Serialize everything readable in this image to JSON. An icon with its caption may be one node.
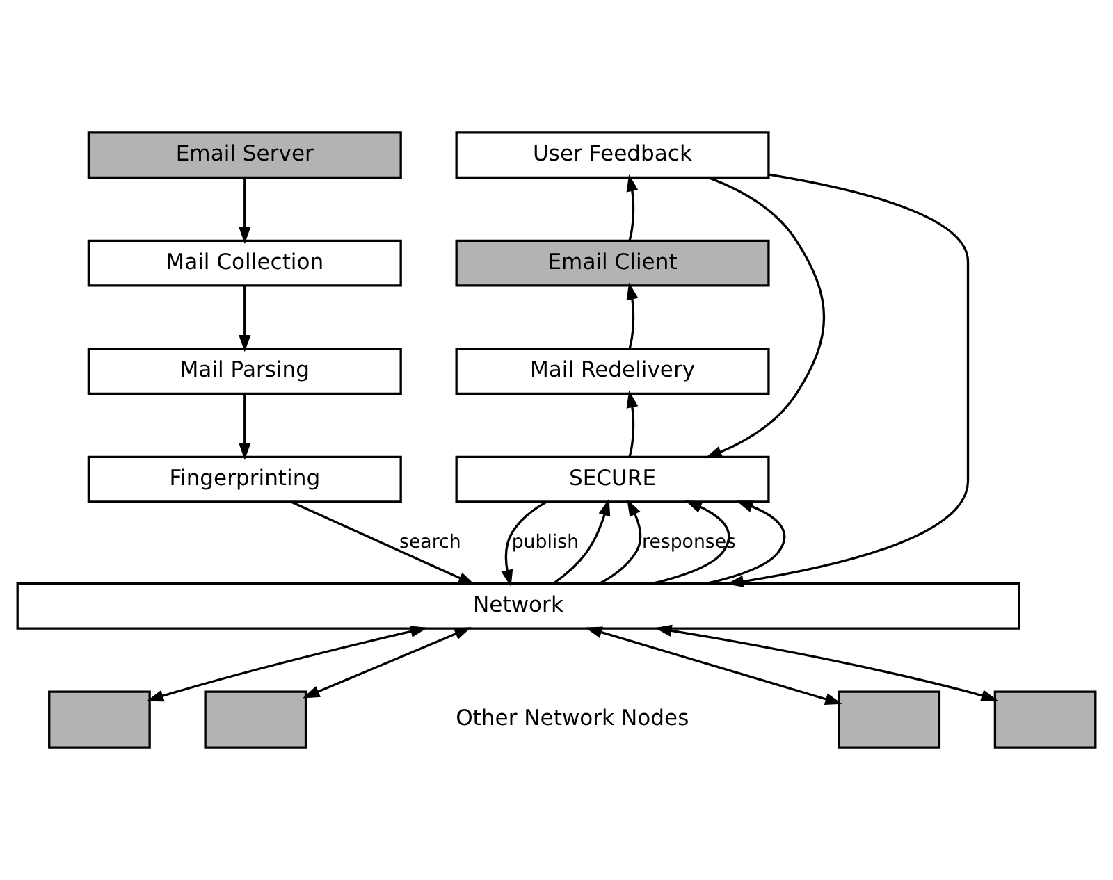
{
  "diagram": {
    "nodes": [
      {
        "text": [
          "Email Server"
        ]
      },
      {
        "text": [
          "Mail Collection"
        ]
      },
      {
        "text": [
          "Mail Parsing"
        ]
      },
      {
        "text": [
          "Fingerprinting"
        ]
      },
      {
        "text": [
          "User Feedback"
        ]
      },
      {
        "text": [
          "Email Client"
        ]
      },
      {
        "text": [
          "Mail Redelivery"
        ]
      },
      {
        "text": [
          "SECURE"
        ]
      },
      {
        "text": [
          "Network"
        ]
      },
      {
        "text": [],
        "shape": "box"
      },
      {
        "text": [],
        "shape": "box"
      },
      {
        "text": [],
        "shape": "box"
      },
      {
        "text": [],
        "shape": "box"
      }
    ],
    "edges": [
      {
        "from": 0,
        "to": 1,
        "arrow": "to"
      },
      {
        "from": 1,
        "to": 2,
        "arrow": "to"
      },
      {
        "from": 2,
        "to": 3,
        "arrow": "to"
      },
      {
        "from": 3,
        "to": 8,
        "arrow": "to",
        "label": "search"
      },
      {
        "from": 6,
        "to": 5,
        "arrow": "to"
      },
      {
        "from": 5,
        "to": 4,
        "arrow": "to"
      },
      {
        "from": 7,
        "to": 6,
        "arrow": "to"
      },
      {
        "from": 4,
        "to": 7,
        "arrow": "to"
      },
      {
        "from": 4,
        "to": 8,
        "arrow": "to"
      },
      {
        "from": 7,
        "to": 8,
        "arrow": "to",
        "label": "publish"
      },
      {
        "from": 8,
        "to": 7,
        "arrow": "to"
      },
      {
        "from": 8,
        "to": 7,
        "arrow": "to",
        "label": "responses"
      },
      {
        "from": 8,
        "to": 7,
        "arrow": "to"
      },
      {
        "from": 8,
        "to": 7,
        "arrow": "to"
      },
      {
        "from": 8,
        "to": 9,
        "arrow": "both"
      },
      {
        "from": 8,
        "to": 10,
        "arrow": "both"
      },
      {
        "from": 8,
        "to": 11,
        "arrow": "both"
      },
      {
        "from": 8,
        "to": 12,
        "arrow": "both"
      }
    ],
    "labels": [
      "Other Network Nodes"
    ]
  }
}
